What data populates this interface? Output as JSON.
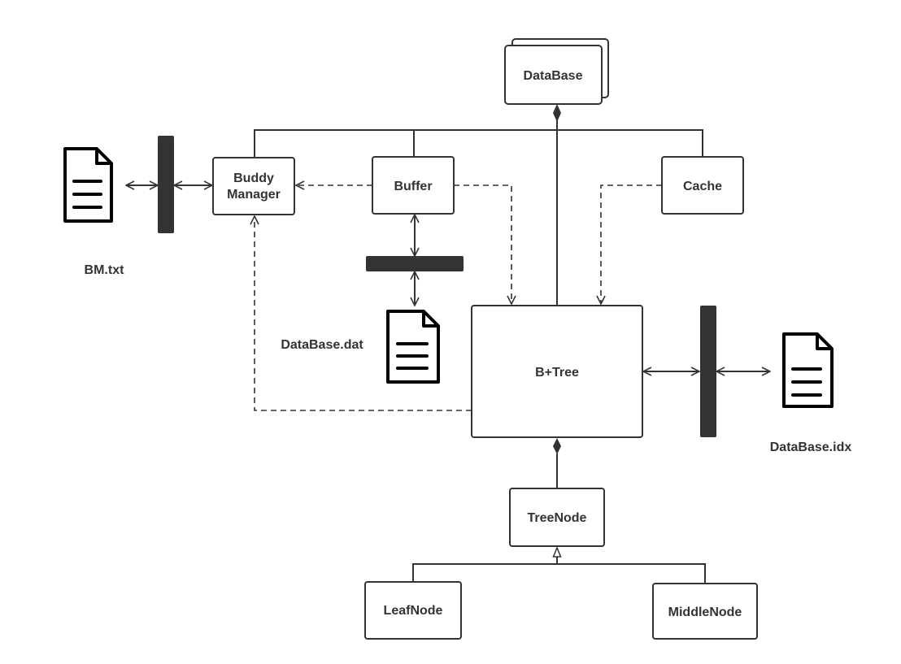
{
  "nodes": {
    "database": "DataBase",
    "buddy_manager": [
      "Buddy",
      "Manager"
    ],
    "buffer": "Buffer",
    "cache": "Cache",
    "bplustree": "B+Tree",
    "treenode": "TreeNode",
    "leafnode": "LeafNode",
    "middlenode": "MiddleNode"
  },
  "files": {
    "bm": "BM.txt",
    "dat": "DataBase.dat",
    "idx": "DataBase.idx"
  },
  "icons": [
    "document-icon",
    "diamond-icon",
    "hollow-triangle-icon",
    "arrowhead-icon"
  ],
  "colors": {
    "stroke": "#333333",
    "bar": "#333333",
    "background": "#ffffff"
  }
}
